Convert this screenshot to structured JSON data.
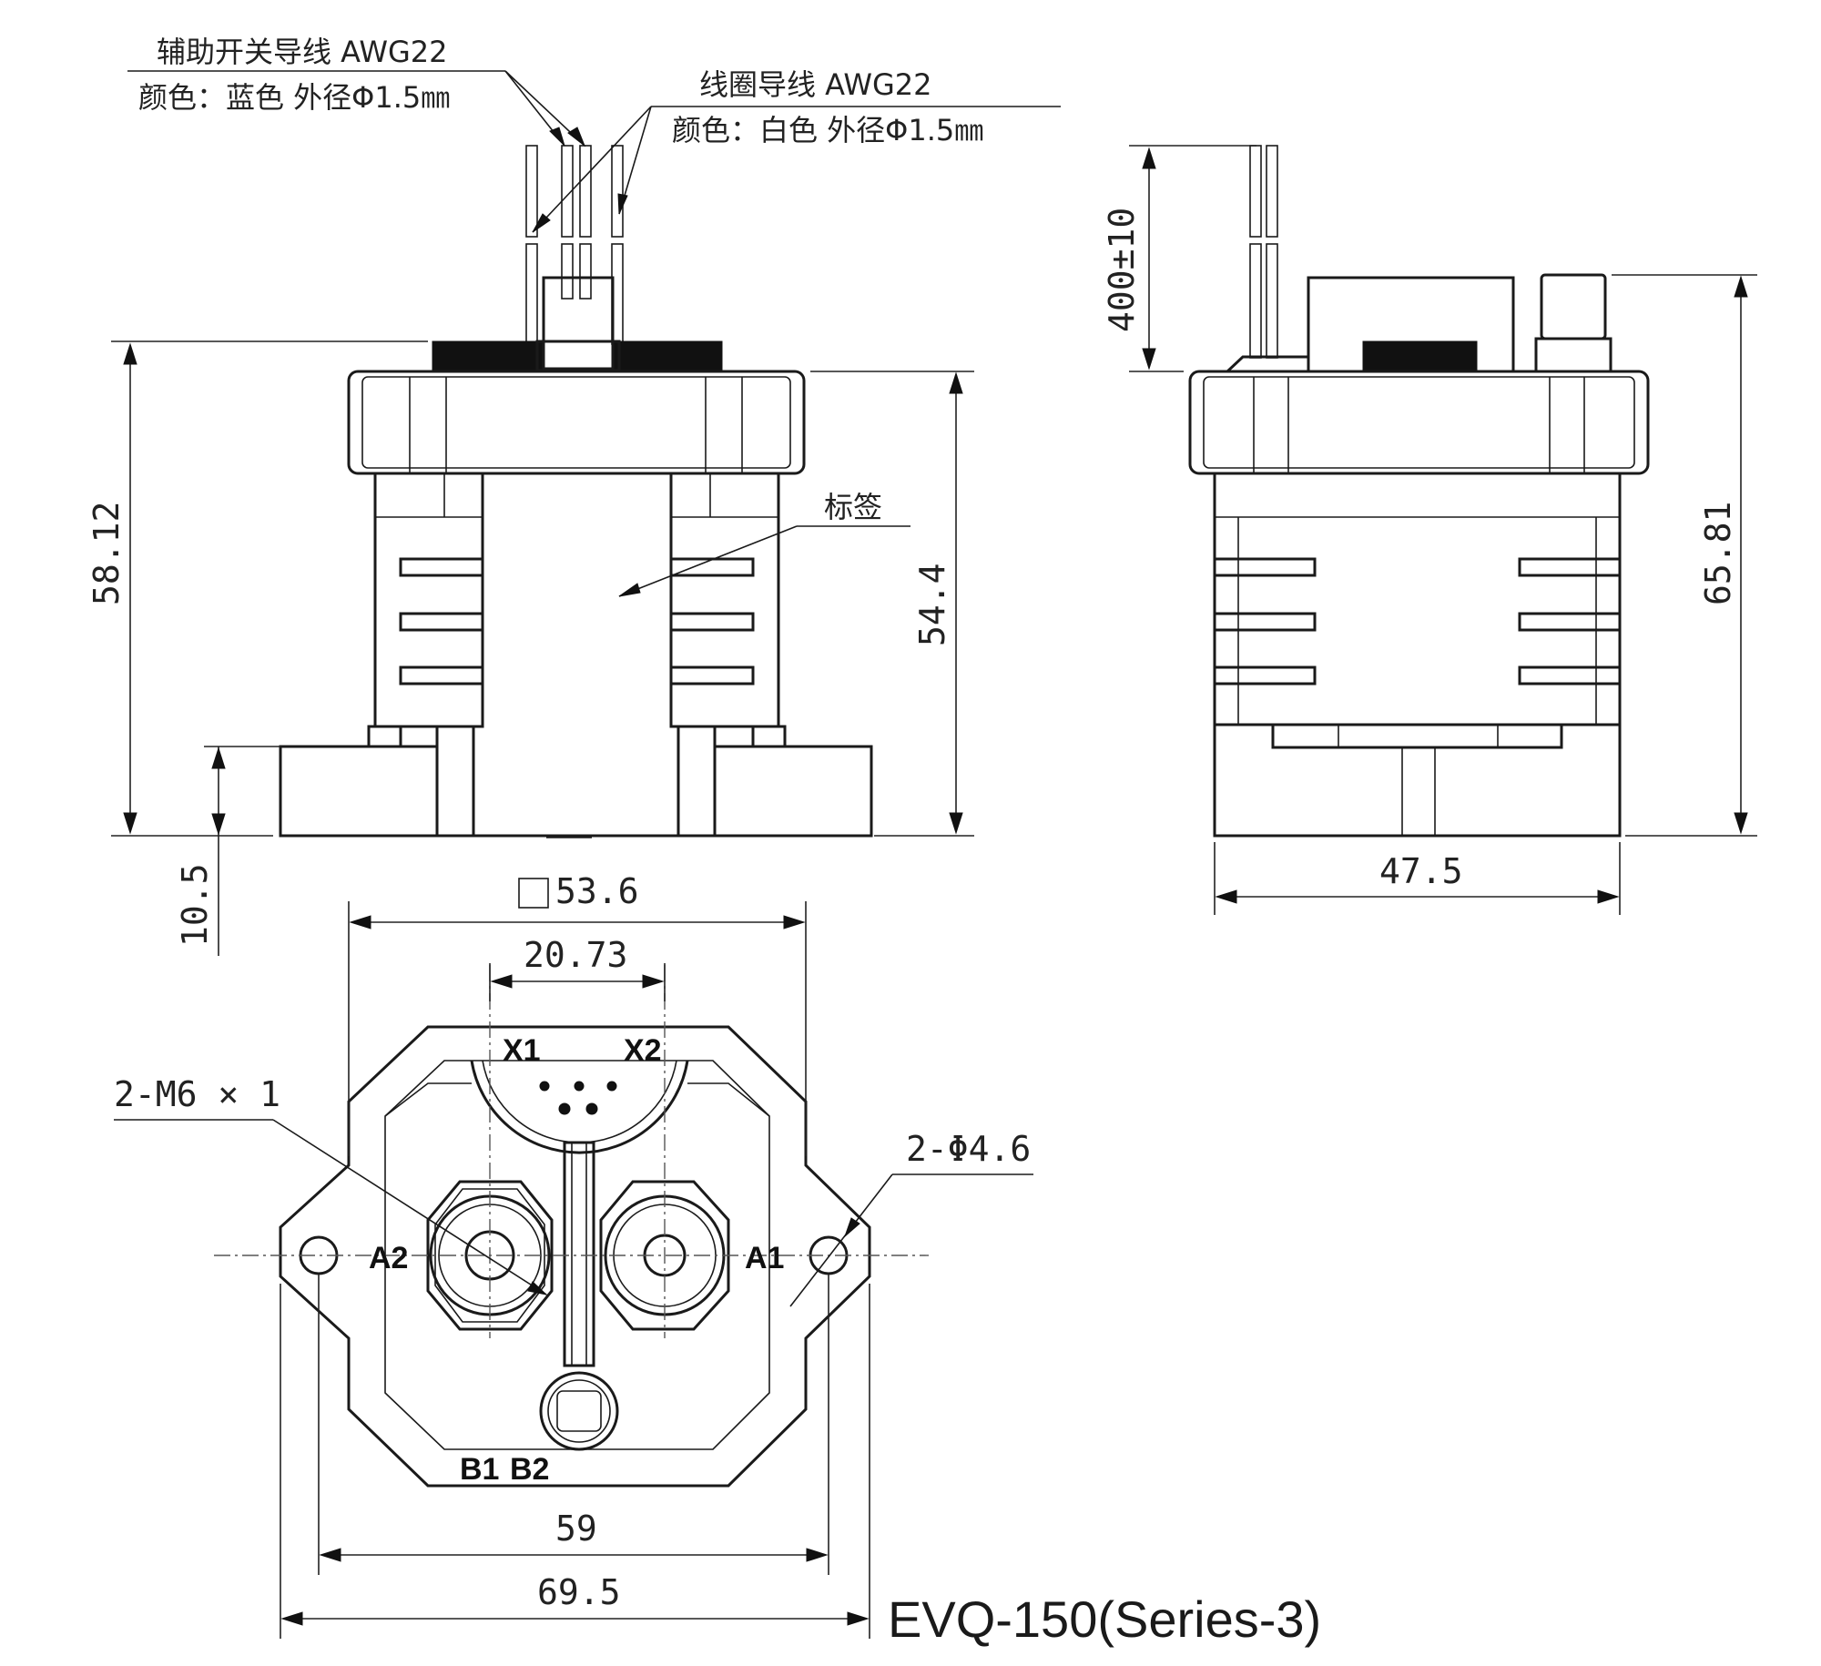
{
  "labels": {
    "aux_wire_title": "辅助开关导线 AWG22",
    "aux_wire_spec": "颜色：蓝色  外径Φ1.5㎜",
    "coil_wire_title": "线圈导线    AWG22",
    "coil_wire_spec": "颜色：白色   外径Φ1.5㎜",
    "label_tag": "标签",
    "thread_callout": "2-M6 × 1",
    "hole_callout": "2-Φ4.6",
    "model": "EVQ-150(Series-3)"
  },
  "dimensions": {
    "total_height": "58.12",
    "body_height": "54.4",
    "foot_height": "10.5",
    "square_size": "53.6",
    "terminal_pitch": "20.73",
    "wire_length": "400±10",
    "side_height": "65.81",
    "side_width": "47.5",
    "hole_pitch": "59",
    "overall_width": "69.5"
  },
  "terminals": {
    "x1": "X1",
    "x2": "X2",
    "a1": "A1",
    "a2": "A2",
    "b1": "B1",
    "b2": "B2"
  }
}
